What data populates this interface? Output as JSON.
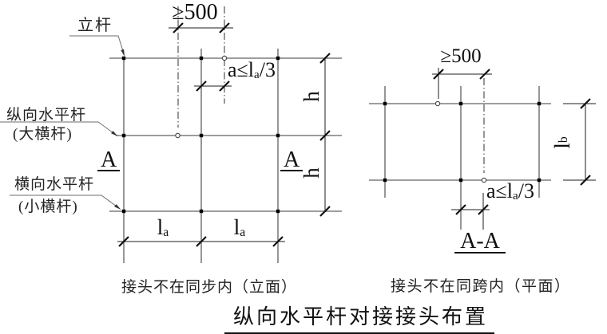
{
  "title": {
    "text": "纵向水平杆对接接头布置"
  },
  "colors": {
    "rod": "#7d7d7d",
    "dim": "#1c1c1c",
    "leader": "#6e6e6e",
    "text": "#222222"
  },
  "left": {
    "pole_label": "立杆",
    "longitudinal_label_line1": "纵向水平杆",
    "longitudinal_label_line2": "(大横杆)",
    "transverse_label_line1": "横向水平杆",
    "transverse_label_line2": "(小横杆)",
    "section_marker_left": "A",
    "section_marker_right": "A",
    "caption": "接头不在同步内（立面）"
  },
  "right": {
    "section_title": "A-A",
    "caption": "接头不在同跨内（平面）"
  },
  "dims": {
    "min500": "≥500",
    "a_limit_pre": "a≤l",
    "a_limit_sub": "a",
    "a_limit_post": "/3",
    "h": "h",
    "l_main": "l",
    "l_sub_a": "a",
    "l_sub_b": "b"
  }
}
